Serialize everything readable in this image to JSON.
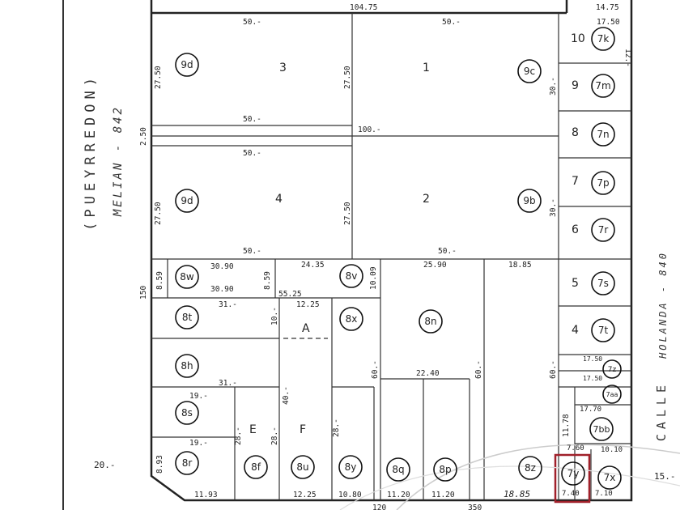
{
  "streets": {
    "west_name": "(PUEYRREDON)",
    "west_sub": "MELIAN - 842",
    "east_name": "CALLE",
    "east_sub": "HOLANDA - 840"
  },
  "lots": {
    "top_left_num": "3",
    "top_right_num": "1",
    "mid_left_num": "4",
    "mid_right_num": "2",
    "right_col": [
      "10",
      "9",
      "8",
      "7",
      "6",
      "5",
      "4"
    ],
    "A": "A",
    "E": "E",
    "F": "F"
  },
  "circles": {
    "9d_top": "9d",
    "9c": "9c",
    "9d_mid": "9d",
    "9b": "9b",
    "7k": "7k",
    "7m": "7m",
    "7n": "7n",
    "7p": "7p",
    "7r": "7r",
    "7s": "7s",
    "7t": "7t",
    "7z": "7z",
    "7aa": "7aa",
    "7bb": "7bb",
    "7x": "7x",
    "7y": "7y",
    "8w": "8w",
    "8v": "8v",
    "8x": "8x",
    "8n": "8n",
    "8t": "8t",
    "8h": "8h",
    "8s": "8s",
    "8r": "8r",
    "8f": "8f",
    "8u": "8u",
    "8y": "8y",
    "8q": "8q",
    "8p": "8p",
    "8z": "8z"
  },
  "dims": {
    "top_total": "104.75",
    "top_right": "14.75",
    "d_1750": "17.50",
    "d50a": "50.-",
    "d50b": "50.-",
    "d50c": "50.-",
    "d50d": "50.-",
    "d50e": "50.-",
    "d50f": "50.-",
    "d100": "100.-",
    "d2750a": "27.50",
    "d2750b": "27.50",
    "d2750c": "27.50",
    "d2750d": "27.50",
    "d30a": "30.-",
    "d30b": "30.-",
    "d250": "2.50",
    "d12": "12.-",
    "d3090a": "30.90",
    "d3090b": "30.90",
    "d859a": "8.59",
    "d859b": "8.59",
    "d2435": "24.35",
    "d5525": "55.25",
    "d1009": "10.09",
    "d2590": "25.90",
    "d1885a": "18.85",
    "d31a": "31.-",
    "d31b": "31.-",
    "d1225a": "12.25",
    "d2240": "22.40",
    "d60a": "60.-",
    "d60b": "60.-",
    "d60c": "60.-",
    "d1750b": "17.50",
    "d1750c": "17.50",
    "d1770": "17.70",
    "d1178": "11.78",
    "d760": "7.60",
    "d1010": "10.10",
    "d19a": "19.-",
    "d19b": "19.-",
    "d893": "8.93",
    "d1193": "11.93",
    "d1225b": "12.25",
    "d1080": "10.80",
    "d1120a": "11.20",
    "d1120b": "11.20",
    "d1885b": "18.85",
    "d740": "7.40",
    "d710": "7.10",
    "d20": "20.-",
    "d15": "15.-",
    "d120": "120",
    "d350": "350",
    "d28a": "28.-",
    "d28b": "28.-",
    "d28c": "28.-",
    "d40": "40.-",
    "d10": "10.-",
    "d150": "150"
  }
}
